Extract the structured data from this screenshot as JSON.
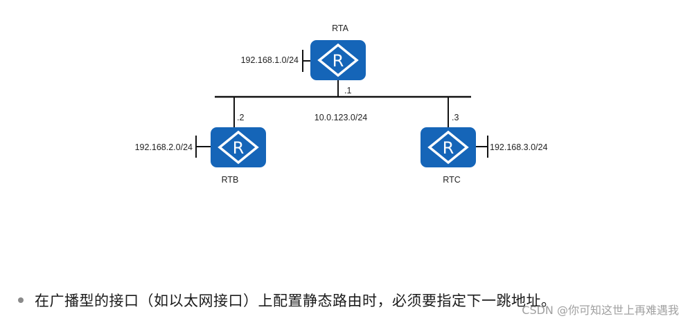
{
  "diagram": {
    "routers": {
      "rta": {
        "name": "RTA",
        "subnet": "192.168.1.0/24",
        "iface": ".1"
      },
      "rtb": {
        "name": "RTB",
        "subnet": "192.168.2.0/24",
        "iface": ".2"
      },
      "rtc": {
        "name": "RTC",
        "subnet": "192.168.3.0/24",
        "iface": ".3"
      }
    },
    "shared_segment": "10.0.123.0/24",
    "router_icon_letter": "R",
    "router_icon": "router-icon",
    "router_color": "#1565b8"
  },
  "bullet": {
    "text": "在广播型的接口（如以太网接口）上配置静态路由时，必须要指定下一跳地址。"
  },
  "watermark": {
    "text": "CSDN @你可知这世上再难遇我"
  }
}
